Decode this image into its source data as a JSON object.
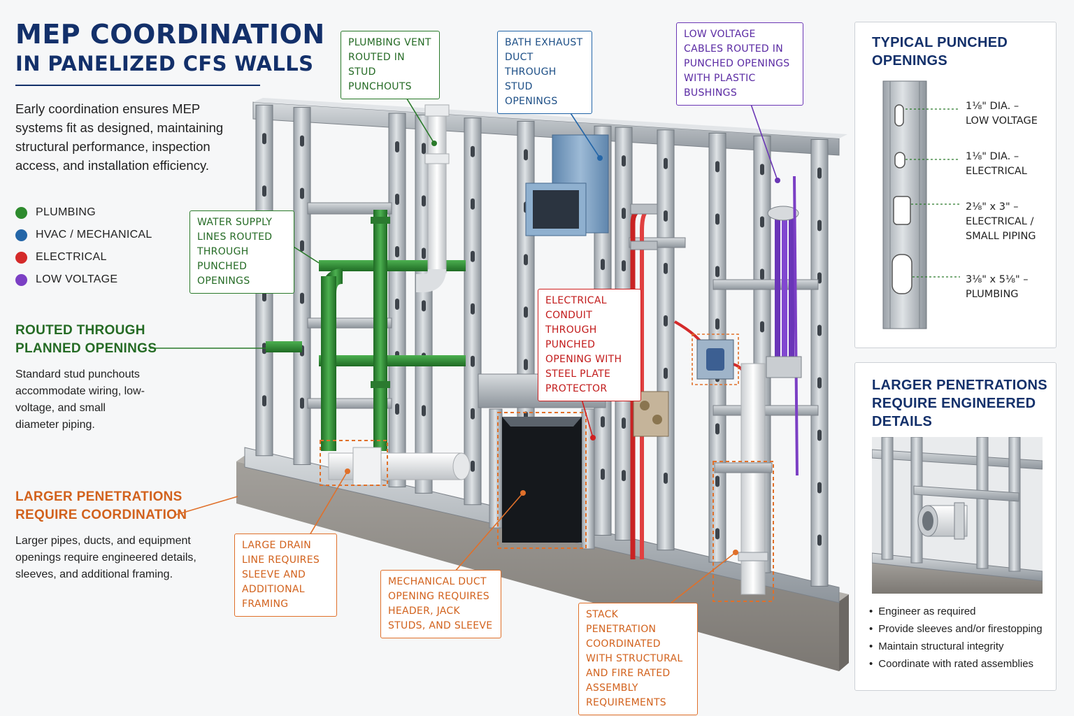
{
  "title": {
    "line1": "MEP COORDINATION",
    "line2": "IN PANELIZED CFS WALLS"
  },
  "intro": "Early coordination ensures MEP systems fit as designed, maintaining structural performance, inspection access, and installation efficiency.",
  "colors": {
    "plumbing": "#2e8b2e",
    "hvac": "#2466a8",
    "electrical": "#d42a2a",
    "low_voltage": "#7b3fc4",
    "coordination": "#e0702a",
    "title": "#13306a"
  },
  "legend": [
    {
      "label": "PLUMBING",
      "color": "#2e8b2e"
    },
    {
      "label": "HVAC / MECHANICAL",
      "color": "#2466a8"
    },
    {
      "label": "ELECTRICAL",
      "color": "#d42a2a"
    },
    {
      "label": "LOW VOLTAGE",
      "color": "#7b3fc4"
    }
  ],
  "routed": {
    "heading_line1": "ROUTED THROUGH",
    "heading_line2": "PLANNED OPENINGS",
    "body": "Standard stud punchouts accommodate wiring, low-voltage, and small diameter piping."
  },
  "larger": {
    "heading_line1": "LARGER PENETRATIONS",
    "heading_line2": "REQUIRE COORDINATION",
    "body": "Larger pipes, ducts, and equipment openings require engineered details, sleeves, and additional framing."
  },
  "callouts": {
    "plumbing_vent": "PLUMBING VENT ROUTED IN STUD PUNCHOUTS",
    "bath_exhaust": "BATH EXHAUST DUCT THROUGH STUD OPENINGS",
    "low_voltage": "LOW VOLTAGE CABLES ROUTED IN PUNCHED OPENINGS WITH PLASTIC BUSHINGS",
    "water_supply": "WATER SUPPLY LINES ROUTED THROUGH PUNCHED OPENINGS",
    "electrical_conduit": "ELECTRICAL CONDUIT THROUGH PUNCHED OPENING WITH STEEL PLATE PROTECTOR",
    "large_drain": "LARGE DRAIN LINE REQUIRES SLEEVE AND ADDITIONAL FRAMING",
    "mechanical_duct": "MECHANICAL DUCT OPENING REQUIRES HEADER, JACK STUDS, AND SLEEVE",
    "stack_penetration": "STACK PENETRATION COORDINATED WITH STRUCTURAL AND FIRE RATED ASSEMBLY REQUIREMENTS"
  },
  "typical_panel": {
    "heading_line1": "TYPICAL PUNCHED",
    "heading_line2": "OPENINGS",
    "holes": [
      {
        "size": "1⅛\" DIA. –",
        "use": "LOW VOLTAGE"
      },
      {
        "size": "1⅛\" DIA. –",
        "use": "ELECTRICAL"
      },
      {
        "size": "2⅛\" x 3\" –",
        "use": "ELECTRICAL / SMALL PIPING"
      },
      {
        "size": "3⅛\" x 5⅛\" –",
        "use": "PLUMBING"
      }
    ]
  },
  "engineered_panel": {
    "heading_line1": "LARGER PENETRATIONS",
    "heading_line2": "REQUIRE ENGINEERED",
    "heading_line3": "DETAILS",
    "bullets": [
      "Engineer as required",
      "Provide sleeves and/or firestopping",
      "Maintain structural integrity",
      "Coordinate with rated assemblies"
    ]
  }
}
